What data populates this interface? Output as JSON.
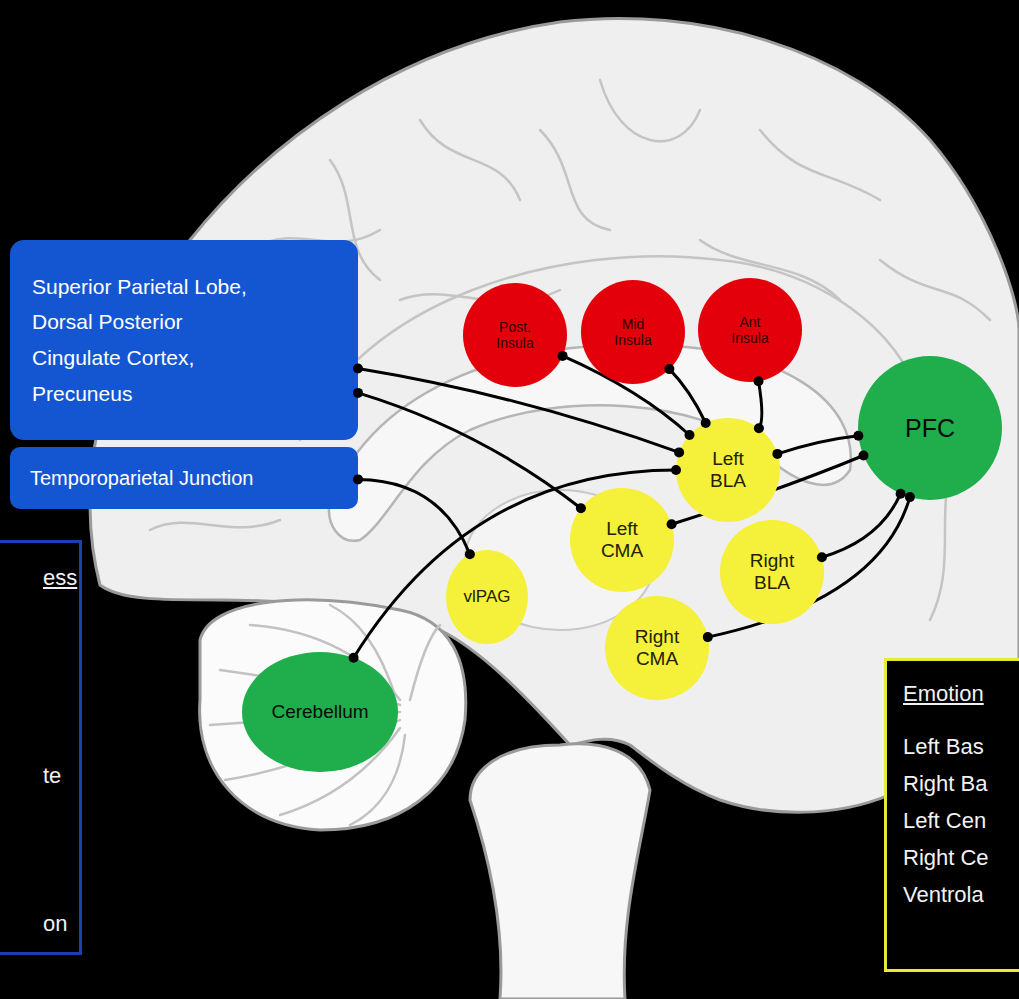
{
  "diagram": {
    "nodes": [
      {
        "text": [
          "Superior Parietal Lobe, Dorsal Posterior Cingulate Cortex, Precuneus"
        ]
      },
      {
        "text": [
          "Temporoparietal Junction"
        ]
      },
      {
        "text": [
          "Post. Insula"
        ]
      },
      {
        "text": [
          "Mid Insula"
        ]
      },
      {
        "text": [
          "Ant Insula"
        ]
      },
      {
        "text": [
          "PFC"
        ]
      },
      {
        "text": [
          "Left BLA"
        ]
      },
      {
        "text": [
          "Left CMA"
        ]
      },
      {
        "text": [
          "vlPAG"
        ]
      },
      {
        "text": [
          "Right BLA"
        ]
      },
      {
        "text": [
          "Right CMA"
        ]
      },
      {
        "text": [
          "Cerebellum"
        ]
      },
      {
        "text": [
          "ess",
          "te",
          "on"
        ]
      },
      {
        "text": [
          "Emotion",
          "Left Bas",
          "Right Ba",
          "Left Cen",
          "Right Ce",
          "Ventrola"
        ]
      }
    ],
    "edges": [
      {
        "from": 0,
        "to": 6,
        "arrow": "none"
      },
      {
        "from": 0,
        "to": 7,
        "arrow": "none"
      },
      {
        "from": 1,
        "to": 8,
        "arrow": "none"
      },
      {
        "from": 11,
        "to": 6,
        "arrow": "none"
      },
      {
        "from": 2,
        "to": 6,
        "arrow": "none"
      },
      {
        "from": 3,
        "to": 6,
        "arrow": "none"
      },
      {
        "from": 4,
        "to": 6,
        "arrow": "none"
      },
      {
        "from": 5,
        "to": 6,
        "arrow": "none"
      },
      {
        "from": 5,
        "to": 7,
        "arrow": "none"
      },
      {
        "from": 5,
        "to": 9,
        "arrow": "none"
      },
      {
        "from": 5,
        "to": 10,
        "arrow": "none"
      }
    ]
  }
}
